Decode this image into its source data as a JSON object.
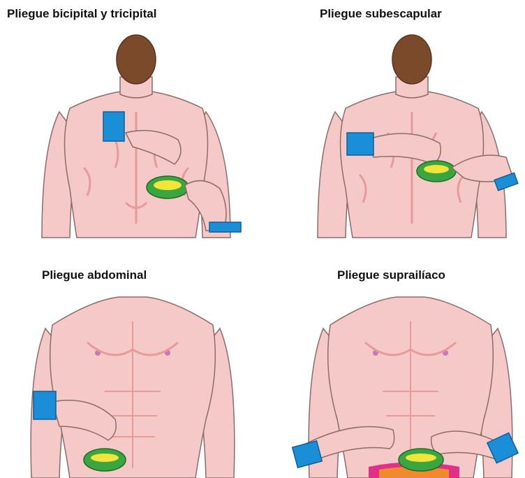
{
  "panels": [
    {
      "title": "Pliegue bicipital y tricipital"
    },
    {
      "title": "Pliegue subescapular"
    },
    {
      "title": "Pliegue abdominal"
    },
    {
      "title": "Pliegue suprailíaco"
    }
  ],
  "colors": {
    "skin": "#f6c9c9",
    "skin_line": "#e79a9a",
    "outline": "#8c6b6b",
    "hair": "#7a4a2a",
    "cuff": "#1a8fd8",
    "caliper_green": "#3aa640",
    "caliper_yellow": "#f1e43a",
    "shorts_pink": "#e0308a",
    "shorts_orange": "#f08a2a"
  }
}
